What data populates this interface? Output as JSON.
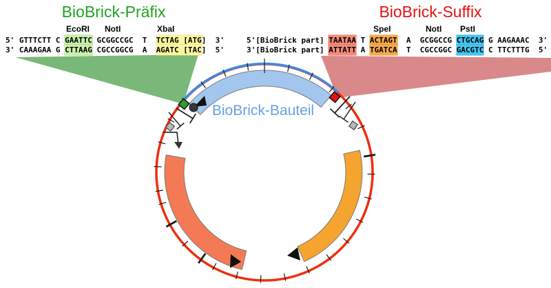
{
  "prefix": {
    "title": "BioBrick-Präfix",
    "title_color": "#1fa41f",
    "enzymes": [
      {
        "label": "EcoRI"
      },
      {
        "label": "NotI"
      },
      {
        "label": "XbaI"
      }
    ],
    "rows": [
      {
        "segments": [
          {
            "t": "5' GTTTCTT C "
          },
          {
            "t": "GAATTC",
            "h": "ecoRI"
          },
          {
            "t": " GCGGCCGC  T  "
          },
          {
            "t": "TCTAG [ATG",
            "h": "xbaI"
          },
          {
            "t": "]  3'"
          }
        ]
      },
      {
        "segments": [
          {
            "t": "3' CAAAGAA G "
          },
          {
            "t": "CTTAAG",
            "h": "ecoRI"
          },
          {
            "t": " CGCCGGCG  A  "
          },
          {
            "t": "AGATC [TAC",
            "h": "xbaI"
          },
          {
            "t": "]  5'"
          }
        ]
      }
    ]
  },
  "suffix": {
    "title": "BioBrick-Suffix",
    "title_color": "#e51212",
    "enzymes": [
      {
        "label": "SpeI"
      },
      {
        "label": "NotI"
      },
      {
        "label": "PstI"
      }
    ],
    "rows": [
      {
        "segments": [
          {
            "t": "5'[BioBrick part] "
          },
          {
            "t": "TAATAA",
            "h": "stop"
          },
          {
            "t": " T "
          },
          {
            "t": "ACTAGT",
            "h": "speI"
          },
          {
            "t": "  A  GCGGCCG "
          },
          {
            "t": "CTGCAG",
            "h": "pstI"
          },
          {
            "t": " G AAGAAAC  3'"
          }
        ]
      },
      {
        "segments": [
          {
            "t": "3'[BioBrick part] "
          },
          {
            "t": "ATTATT",
            "h": "stop"
          },
          {
            "t": " A "
          },
          {
            "t": "TGATCA",
            "h": "speI"
          },
          {
            "t": "  T  CGCCGGC "
          },
          {
            "t": "GACGTC",
            "h": "pstI"
          },
          {
            "t": " C TTCTTTG  5'"
          }
        ]
      }
    ]
  },
  "plasmid": {
    "label": "BioBrick-Bauteil",
    "label_color": "#66a1e3",
    "backbone_color": "#ee2f10",
    "part_arc_color": "#3f8ae0",
    "part_band_color": "#a3c6ee",
    "gene_right_color": "#f5a430",
    "gene_left_color": "#f47a55",
    "prefix_marker_color": "#2f9e2f",
    "suffix_marker_color": "#e31414",
    "funnel_prefix_color": "#7ab87a",
    "funnel_suffix_color": "#d98989",
    "band_border_color": "#7a7a7a",
    "tick_angles": [
      270,
      283,
      296,
      309,
      322,
      335,
      1,
      14,
      27,
      40,
      53,
      66,
      79,
      92,
      105,
      118,
      138,
      163,
      170,
      183,
      196,
      209,
      222,
      235,
      248,
      261
    ],
    "bold_tick_angles": [
      351,
      151,
      126
    ]
  },
  "colors": {
    "highlights": {
      "ecoRI": {
        "bg": "#c9efa9",
        "border": "#9ed076"
      },
      "xbaI": {
        "bg": "#fcf6a0",
        "border": "#e8dd70"
      },
      "stop": {
        "bg": "#f28a7a",
        "border": "#e06553"
      },
      "speI": {
        "bg": "#f6aa4c",
        "border": "#e08b2a"
      },
      "pstI": {
        "bg": "#45c6f2",
        "border": "#2aa6d8"
      }
    }
  }
}
